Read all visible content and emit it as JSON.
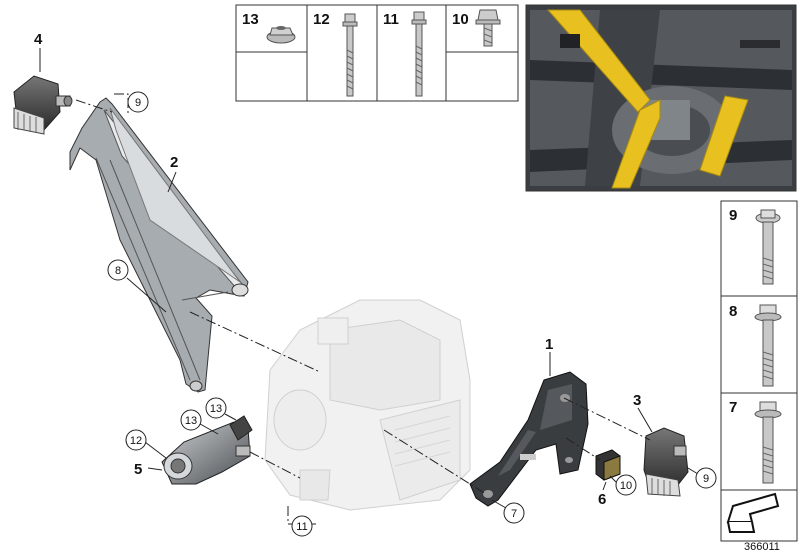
{
  "top_parts_table": [
    {
      "num": "13",
      "icon": "flange-nut-icon"
    },
    {
      "num": "12",
      "icon": "long-bolt-icon"
    },
    {
      "num": "11",
      "icon": "long-bolt-icon"
    },
    {
      "num": "10",
      "icon": "torx-bolt-icon"
    }
  ],
  "side_parts_table": [
    {
      "num": "9",
      "icon": "collar-bolt-icon"
    },
    {
      "num": "8",
      "icon": "hex-flange-bolt-icon"
    },
    {
      "num": "7",
      "icon": "hex-flange-bolt-icon"
    }
  ],
  "callouts": {
    "c1": "1",
    "c2": "2",
    "c3": "3",
    "c4": "4",
    "c5": "5",
    "c6": "6",
    "c7": "7",
    "c8": "8",
    "c9a": "9",
    "c9b": "9",
    "c10": "10",
    "c11": "11",
    "c12": "12",
    "c13a": "13",
    "c13b": "13"
  },
  "diagram_number": "366011",
  "colors": {
    "highlight": "#e8c020",
    "outline": "#333333",
    "ghost": "#cfcfcf"
  }
}
